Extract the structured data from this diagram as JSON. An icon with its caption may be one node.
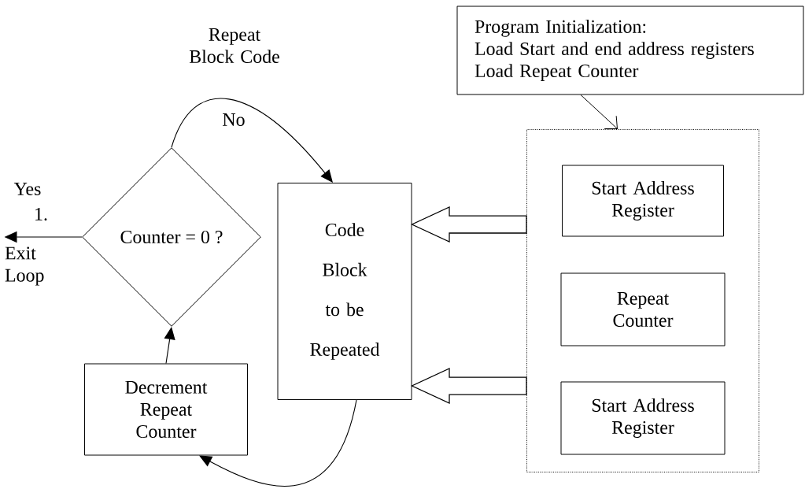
{
  "diagram": {
    "nodes": [
      {
        "text": [
          "Program Initialization:",
          "Load Start and end address registers",
          "Load Repeat Counter"
        ]
      },
      {
        "text": [],
        "shape": "box"
      },
      {
        "text": [
          "Start Address Register"
        ],
        "in": 1
      },
      {
        "text": [
          "Repeat Counter"
        ],
        "in": 1
      },
      {
        "text": [
          "Start Address Register"
        ],
        "in": 1
      },
      {
        "text": [
          "Code Block to be Repeated"
        ]
      },
      {
        "text": [
          "Counter = 0 ?"
        ]
      },
      {
        "text": [
          "Decrement Repeat Counter"
        ]
      },
      {
        "text": [
          "Exit Loop"
        ]
      }
    ],
    "edges": [
      {
        "from": 0,
        "to": 1,
        "arrow": "to"
      },
      {
        "from": 1,
        "to": 5,
        "arrow": "to",
        "style": "thick"
      },
      {
        "from": 1,
        "to": 5,
        "arrow": "to",
        "style": "thick"
      },
      {
        "from": 6,
        "to": 5,
        "arrow": "to",
        "label": "No"
      },
      {
        "from": 5,
        "to": 7,
        "arrow": "to"
      },
      {
        "from": 7,
        "to": 6,
        "arrow": "to"
      },
      {
        "from": 6,
        "to": 8,
        "arrow": "to",
        "label": "Yes"
      }
    ],
    "labels": [
      "Repeat Block Code",
      "1."
    ]
  }
}
